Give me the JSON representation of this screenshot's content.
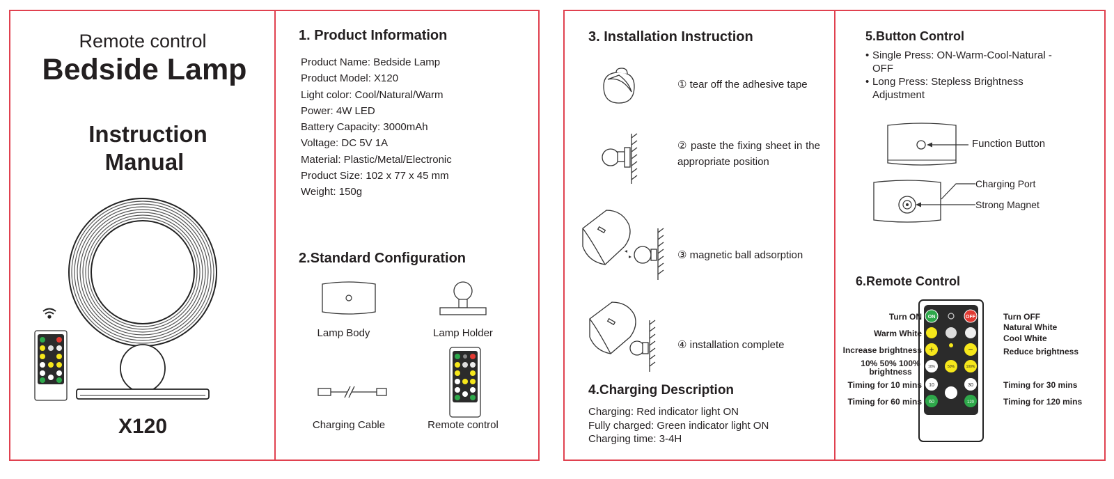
{
  "cover": {
    "subtitle": "Remote control",
    "title": "Bedside Lamp",
    "manual_line1": "Instruction",
    "manual_line2": "Manual",
    "model": "X120"
  },
  "section1": {
    "heading": "1. Product Information",
    "specs": [
      "Product Name: Bedside Lamp",
      "Product Model: X120",
      "Light color: Cool/Natural/Warm",
      "Power: 4W LED",
      "Battery Capacity: 3000mAh",
      "Voltage: DC 5V 1A",
      "Material: Plastic/Metal/Electronic",
      "Product Size: 102 x 77 x 45 mm",
      "Weight: 150g"
    ]
  },
  "section2": {
    "heading": "2.Standard Configuration",
    "items": [
      "Lamp Body",
      "Lamp Holder",
      "Charging Cable",
      "Remote control"
    ]
  },
  "section3": {
    "heading": "3. Installation Instruction",
    "steps": [
      "① tear off the adhesive tape",
      "② paste the fixing sheet in the appropriate position",
      "③ magnetic ball adsorption",
      "④ installation complete"
    ]
  },
  "section4": {
    "heading": "4.Charging Description",
    "lines": [
      "Charging: Red indicator light ON",
      "Fully charged: Green indicator light ON",
      "Charging time: 3-4H"
    ]
  },
  "section5": {
    "heading": "5.Button Control",
    "bullets": [
      "Single Press: ON-Warm-Cool-Natural -OFF",
      "Long Press: Stepless Brightness Adjustment"
    ],
    "labels": {
      "function_button": "Function Button",
      "charging_port": "Charging Port",
      "strong_magnet": "Strong Magnet"
    }
  },
  "section6": {
    "heading": "6.Remote Control",
    "left_labels": [
      "Turn ON",
      "Warm White",
      "Increase brightness",
      "10% 50% 100% brightness",
      "Timing for 10 mins",
      "Timing for 60 mins"
    ],
    "right_labels": [
      "Turn OFF",
      "Natural White",
      "Cool White",
      "Reduce brightness",
      "Timing for 30 mins",
      "Timing for 120 mins"
    ],
    "buttons": {
      "on": "ON",
      "off": "OFF",
      "p10": "10%",
      "p50": "50%",
      "p100": "100%",
      "t10": "10",
      "t30": "30",
      "t60": "60",
      "t120": "120"
    }
  },
  "colors": {
    "border": "#e0414f",
    "text": "#231f20",
    "on_green": "#2ea84a",
    "off_red": "#e23a32",
    "yellow": "#f6e71b"
  }
}
